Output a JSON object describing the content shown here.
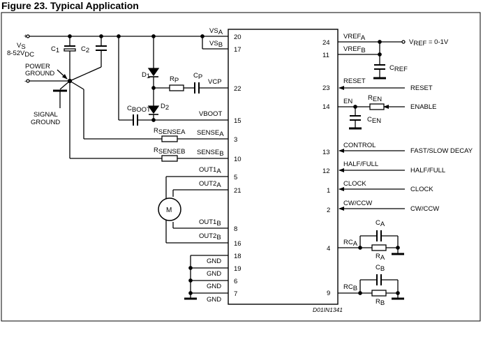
{
  "title": "Figure 23. Typical Application",
  "code": "D01IN1341",
  "supply": {
    "plus": "+",
    "minus": "-",
    "vs": "V",
    "vs_sub": "S",
    "range": "8-52V",
    "range_sub": "DC",
    "power_ground": [
      "POWER",
      "GROUND"
    ],
    "signal_ground": [
      "SIGNAL",
      "GROUND"
    ]
  },
  "components": {
    "c1": {
      "main": "C",
      "sub": "1"
    },
    "c2": {
      "main": "C",
      "sub": "2"
    },
    "d1": {
      "main": "D",
      "sub": "1"
    },
    "d2": {
      "main": "D",
      "sub": "2"
    },
    "rp": {
      "main": "R",
      "sub": "P"
    },
    "cp": {
      "main": "C",
      "sub": "P"
    },
    "cboot": {
      "main": "C",
      "sub": "BOOT"
    },
    "rsensea": {
      "main": "R",
      "sub": "SENSEA"
    },
    "rsenseb": {
      "main": "R",
      "sub": "SENSEB"
    },
    "motor": "M",
    "cref": {
      "main": "C",
      "sub": "REF"
    },
    "ren": {
      "main": "R",
      "sub": "EN"
    },
    "cen": {
      "main": "C",
      "sub": "EN"
    },
    "ca": {
      "main": "C",
      "sub": "A"
    },
    "ra": {
      "main": "R",
      "sub": "A"
    },
    "cb": {
      "main": "C",
      "sub": "B"
    },
    "rb": {
      "main": "R",
      "sub": "B"
    }
  },
  "left_pins": [
    {
      "main": "VS",
      "sub": "A",
      "num": "20"
    },
    {
      "main": "VS",
      "sub": "B",
      "num": "17"
    },
    {
      "main": "VCP",
      "sub": "",
      "num": "22"
    },
    {
      "main": "VBOOT",
      "sub": "",
      "num": "15"
    },
    {
      "main": "SENSE",
      "sub": "A",
      "num": "3"
    },
    {
      "main": "SENSE",
      "sub": "B",
      "num": "10"
    },
    {
      "main": "OUT1",
      "sub": "A",
      "num": "5"
    },
    {
      "main": "OUT2",
      "sub": "A",
      "num": "21"
    },
    {
      "main": "OUT1",
      "sub": "B",
      "num": "8"
    },
    {
      "main": "OUT2",
      "sub": "B",
      "num": "16"
    },
    {
      "main": "",
      "sub": "",
      "num": "18"
    },
    {
      "main": "GND",
      "sub": "",
      "num": "19"
    },
    {
      "main": "GND",
      "sub": "",
      "num": "6"
    },
    {
      "main": "GND",
      "sub": "",
      "num": "7"
    }
  ],
  "gnd_labels": [
    "GND",
    "GND",
    "GND",
    "GND"
  ],
  "right_pins": [
    {
      "main": "VREF",
      "sub": "A",
      "num": "24"
    },
    {
      "main": "VREF",
      "sub": "B",
      "num": "11"
    },
    {
      "main": "RESET",
      "sub": "",
      "num": "23"
    },
    {
      "main": "EN",
      "sub": "",
      "num": "14"
    },
    {
      "main": "CONTROL",
      "sub": "",
      "num": "13"
    },
    {
      "main": "HALF/FULL",
      "sub": "",
      "num": "12"
    },
    {
      "main": "CLOCK",
      "sub": "",
      "num": "1"
    },
    {
      "main": "CW/CCW",
      "sub": "",
      "num": "2"
    },
    {
      "main": "RC",
      "sub": "A",
      "num": "4"
    },
    {
      "main": "RC",
      "sub": "B",
      "num": "9"
    }
  ],
  "inputs": {
    "vref": {
      "main": "V",
      "sub": "REF",
      "value": " = 0-1V"
    },
    "reset": "RESET",
    "enable": "ENABLE",
    "control": "FAST/SLOW DECAY",
    "halffull": "HALF/FULL",
    "clock": "CLOCK",
    "cwccw": "CW/CCW"
  }
}
